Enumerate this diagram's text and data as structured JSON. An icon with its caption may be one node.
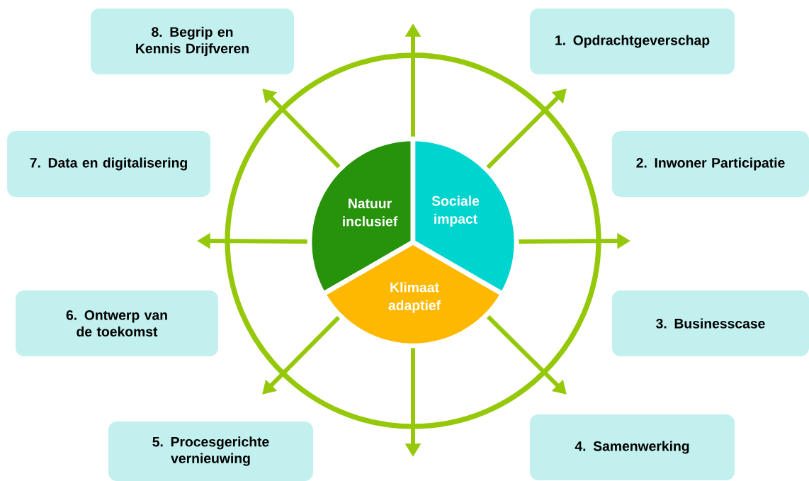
{
  "diagram": {
    "nodes": [
      {
        "text": [
          "1. Opdrachtgeverschap"
        ]
      },
      {
        "text": [
          "2. Inwoner Participatie"
        ]
      },
      {
        "text": [
          "3. Businesscase"
        ]
      },
      {
        "text": [
          "4. Samenwerking"
        ]
      },
      {
        "text": [
          "5. Procesgerichte vernieuwing"
        ]
      },
      {
        "text": [
          "6. Ontwerp van de toekomst"
        ]
      },
      {
        "text": [
          "7. Data en digitalisering"
        ]
      },
      {
        "text": [
          "8. Begrip en Kennis Drijfveren"
        ]
      },
      {
        "text": [
          "Natuur inclusief"
        ]
      },
      {
        "text": [
          "Sociale impact"
        ]
      },
      {
        "text": [
          "Klimaat adaptief"
        ]
      }
    ]
  }
}
